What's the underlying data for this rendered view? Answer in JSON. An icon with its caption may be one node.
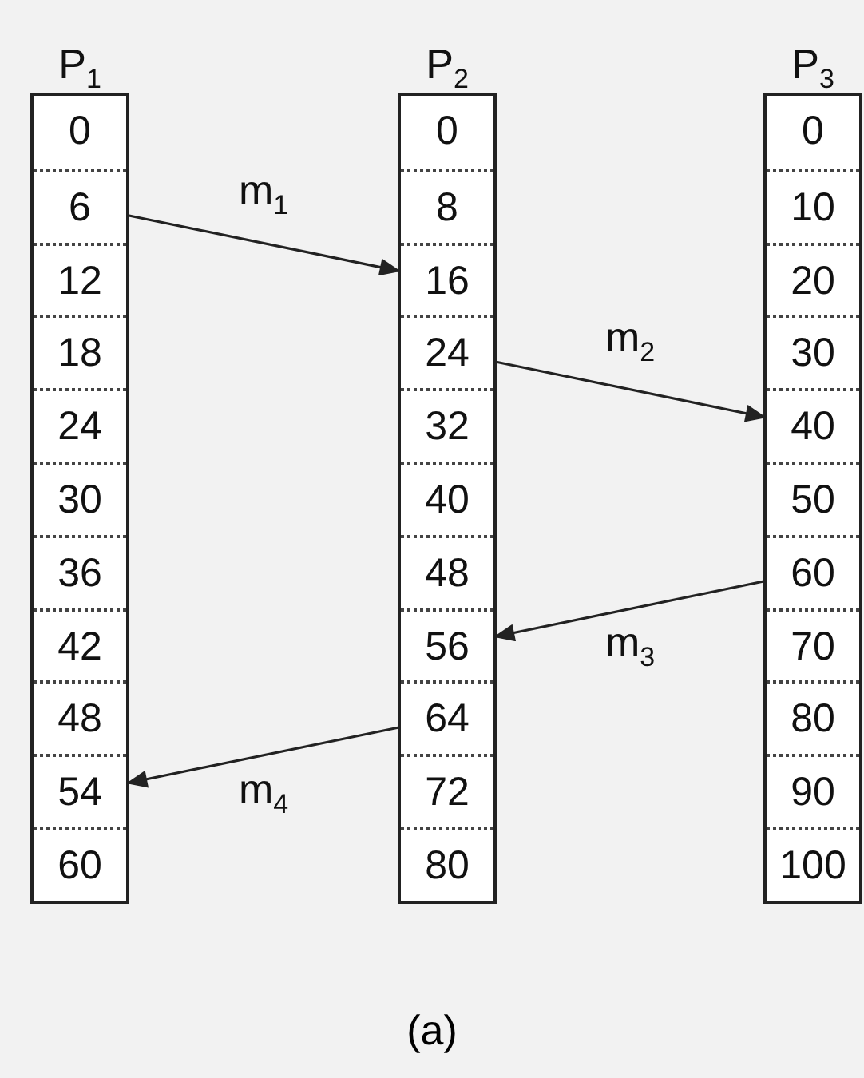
{
  "diagram": {
    "nodes": [
      {
        "text": [
          "P$_{1}$"
        ]
      },
      {
        "text": [
          "0"
        ],
        "in": 0
      },
      {
        "text": [
          "6"
        ],
        "in": 0
      },
      {
        "text": [
          "12"
        ],
        "in": 0
      },
      {
        "text": [
          "18"
        ],
        "in": 0
      },
      {
        "text": [
          "24"
        ],
        "in": 0
      },
      {
        "text": [
          "30"
        ],
        "in": 0
      },
      {
        "text": [
          "36"
        ],
        "in": 0
      },
      {
        "text": [
          "42"
        ],
        "in": 0
      },
      {
        "text": [
          "48"
        ],
        "in": 0
      },
      {
        "text": [
          "54"
        ],
        "in": 0
      },
      {
        "text": [
          "60"
        ],
        "in": 0
      },
      {
        "text": [
          "P$_{2}$"
        ]
      },
      {
        "text": [
          "0"
        ],
        "in": 12
      },
      {
        "text": [
          "8"
        ],
        "in": 12
      },
      {
        "text": [
          "16"
        ],
        "in": 12
      },
      {
        "text": [
          "24"
        ],
        "in": 12
      },
      {
        "text": [
          "32"
        ],
        "in": 12
      },
      {
        "text": [
          "40"
        ],
        "in": 12
      },
      {
        "text": [
          "48"
        ],
        "in": 12
      },
      {
        "text": [
          "56"
        ],
        "in": 12
      },
      {
        "text": [
          "64"
        ],
        "in": 12
      },
      {
        "text": [
          "72"
        ],
        "in": 12
      },
      {
        "text": [
          "80"
        ],
        "in": 12
      },
      {
        "text": [
          "P$_{3}$"
        ]
      },
      {
        "text": [
          "0"
        ],
        "in": 24
      },
      {
        "text": [
          "10"
        ],
        "in": 24
      },
      {
        "text": [
          "20"
        ],
        "in": 24
      },
      {
        "text": [
          "30"
        ],
        "in": 24
      },
      {
        "text": [
          "40"
        ],
        "in": 24
      },
      {
        "text": [
          "50"
        ],
        "in": 24
      },
      {
        "text": [
          "60"
        ],
        "in": 24
      },
      {
        "text": [
          "70"
        ],
        "in": 24
      },
      {
        "text": [
          "80"
        ],
        "in": 24
      },
      {
        "text": [
          "90"
        ],
        "in": 24
      },
      {
        "text": [
          "100"
        ],
        "in": 24
      }
    ],
    "edges": [
      {
        "from": 2,
        "to": 15,
        "arrow": "to",
        "label": "m$_{1}$"
      },
      {
        "from": 16,
        "to": 29,
        "arrow": "to",
        "label": "m$_{2}$"
      },
      {
        "from": 31,
        "to": 20,
        "arrow": "to",
        "label": "m$_{3}$"
      },
      {
        "from": 21,
        "to": 10,
        "arrow": "to",
        "label": "m$_{4}$"
      }
    ],
    "caption": "(a)"
  }
}
